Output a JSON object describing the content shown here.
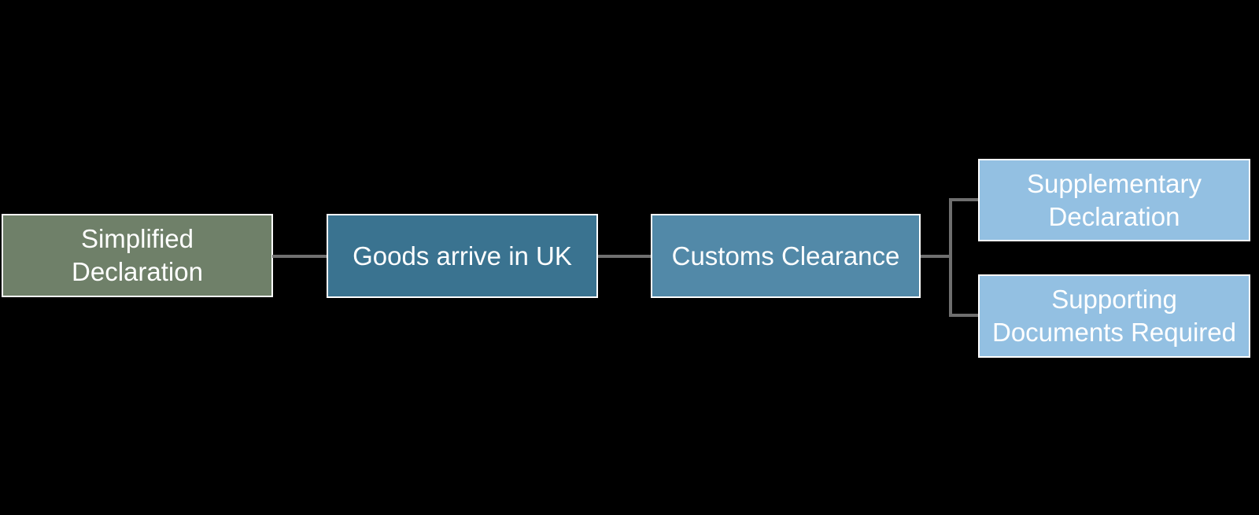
{
  "canvas": {
    "background": "#000000"
  },
  "flowchart": {
    "connector_color": "#6F6F6F",
    "border_color": "#FFFFFF",
    "text_color": "#FFFFFF",
    "nodes": [
      {
        "id": "simplified-declaration",
        "label": "Simplified\nDeclaration",
        "fill": "#6F8069"
      },
      {
        "id": "goods-arrive-in-uk",
        "label": "Goods arrive in UK",
        "fill": "#3A7390"
      },
      {
        "id": "customs-clearance",
        "label": "Customs Clearance",
        "fill": "#5289A8"
      },
      {
        "id": "supplementary-declaration",
        "label": "Supplementary\nDeclaration",
        "fill": "#93C0E2"
      },
      {
        "id": "supporting-documents-required",
        "label": "Supporting\nDocuments Required",
        "fill": "#93C0E2"
      }
    ],
    "edges": [
      {
        "from": "simplified-declaration",
        "to": "goods-arrive-in-uk"
      },
      {
        "from": "goods-arrive-in-uk",
        "to": "customs-clearance"
      },
      {
        "from": "customs-clearance",
        "to": "supplementary-declaration"
      },
      {
        "from": "customs-clearance",
        "to": "supporting-documents-required"
      }
    ]
  }
}
